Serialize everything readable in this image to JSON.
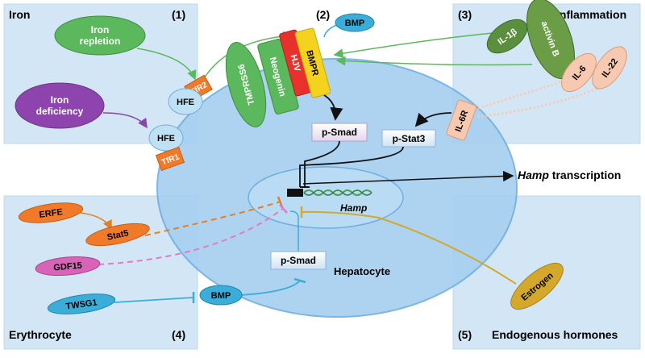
{
  "panels": {
    "iron": {
      "title": "Iron",
      "number": "(1)"
    },
    "bmp": {
      "number": "(2)"
    },
    "inflammation": {
      "title": "Inflammation",
      "number": "(3)"
    },
    "erythrocyte": {
      "title": "Erythrocyte",
      "number": "(4)"
    },
    "hormones": {
      "title": "Endogenous hormones",
      "number": "(5)"
    }
  },
  "labels": {
    "iron_repletion_1": "Iron",
    "iron_repletion_2": "repletion",
    "iron_deficiency_1": "Iron",
    "iron_deficiency_2": "deficiency",
    "hfe_upper": "HFE",
    "tfr2": "TfR2",
    "hfe_lower": "HFE",
    "tfr1": "TfR1",
    "tmprss6": "TMPRSS6",
    "neogenin": "Neogenin",
    "hjv": "HJV",
    "bmpr": "BMPR",
    "bmp_top": "BMP",
    "il1b": "IL-1β",
    "activin_b": "activin B",
    "il6": "IL-6",
    "il22": "IL-22",
    "il6r": "IL-6R",
    "psmad_upper": "p-Smad",
    "pstat3": "p-Stat3",
    "hamp_transcription_italic": "Hamp",
    "hamp_transcription_rest": " transcription",
    "hamp_gene": "Hamp",
    "erfe": "ERFE",
    "stat5": "Stat5",
    "gdf15": "GDF15",
    "twsg1": "TWSG1",
    "bmp_bottom": "BMP",
    "psmad_lower": "p-Smad",
    "hepatocyte": "Hepatocyte",
    "estrogen": "Estrogen"
  },
  "colors": {
    "panel_fill": "#d2e6f5",
    "cell_fill": "#a6cff0",
    "cell_stroke": "#6faee0",
    "green_arrow": "#5cb85c",
    "purple_arrow": "#8e44ad",
    "orange_arrow": "#e67e22",
    "pink_dash": "#e27bc7",
    "blue_line": "#3aaed8",
    "gold_line": "#d4a82a"
  }
}
